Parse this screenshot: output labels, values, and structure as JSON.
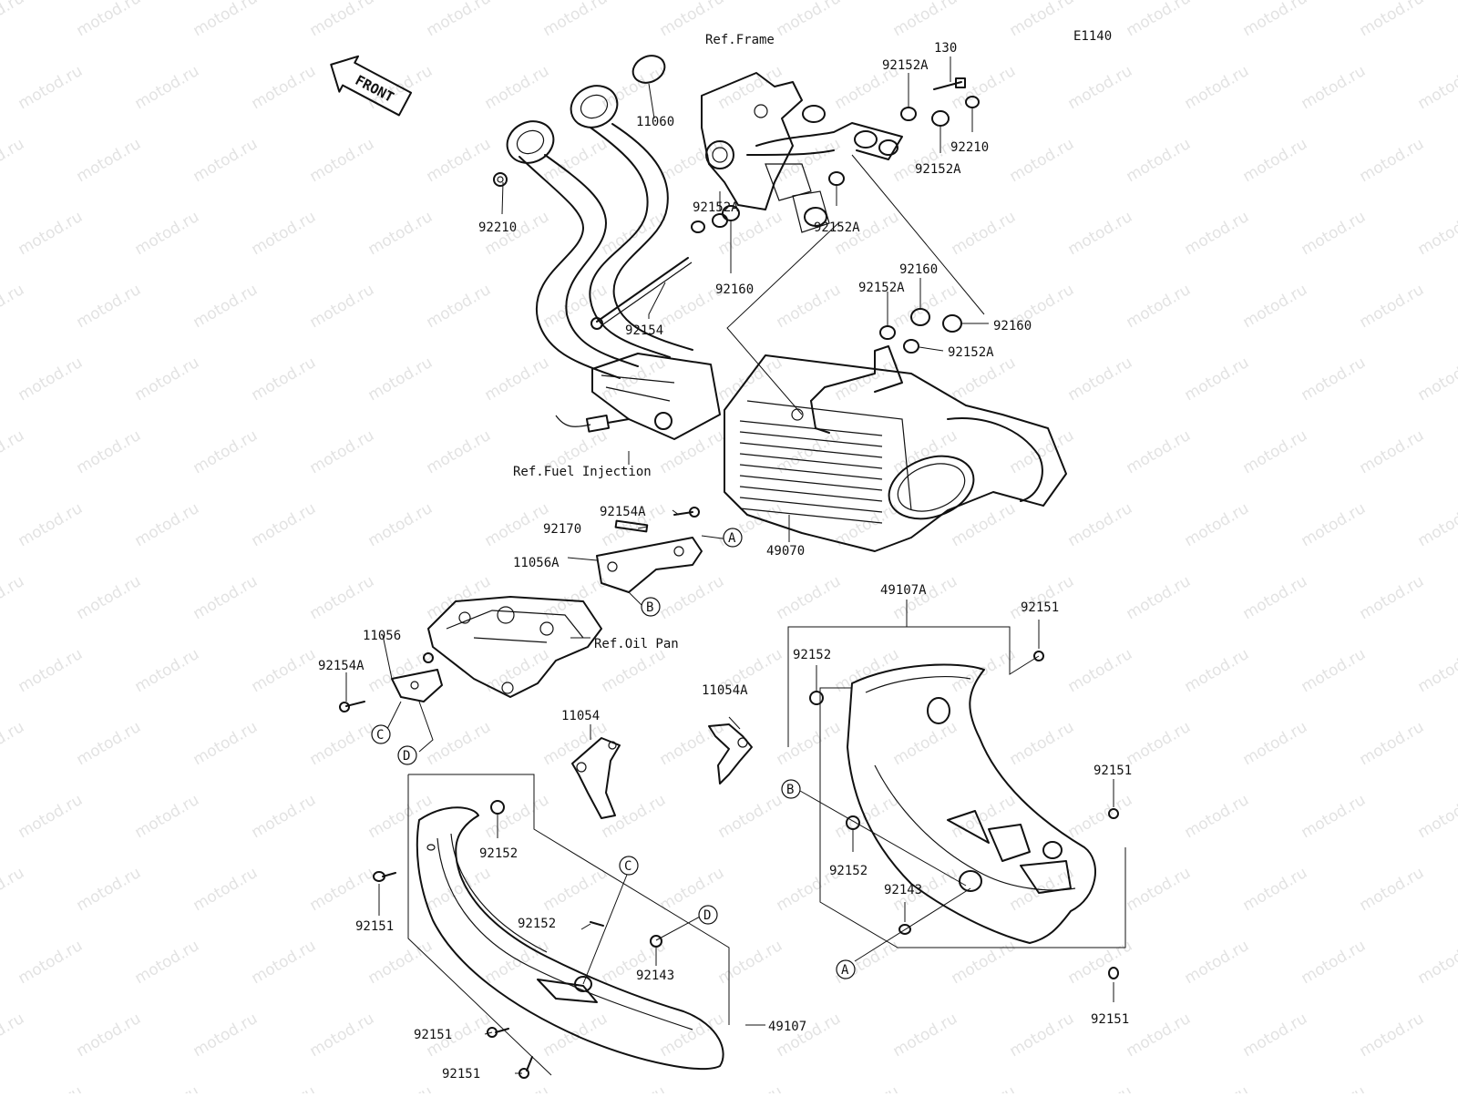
{
  "diagram": {
    "code": "E1140",
    "front_label": "FRONT",
    "watermark": "motod.ru",
    "refs": {
      "frame": "Ref.Frame",
      "fuel_injection": "Ref.Fuel Injection",
      "oil_pan": "Ref.Oil Pan"
    },
    "labels": {
      "p130": "130",
      "p11060": "11060",
      "p92210a": "92210",
      "p92210b": "92210",
      "p92152A_1": "92152A",
      "p92152A_2": "92152A",
      "p92152A_3": "92152A",
      "p92152A_4": "92152A",
      "p92152A_5": "92152A",
      "p92152A_6": "92152A",
      "p92160_1": "92160",
      "p92160_2": "92160",
      "p92160_3": "92160",
      "p92154": "92154",
      "p49070": "49070",
      "p92154A_1": "92154A",
      "p92154A_2": "92154A",
      "p92170": "92170",
      "p11056A": "11056A",
      "p11056": "11056",
      "p49107A": "49107A",
      "p92151_1": "92151",
      "p92151_2": "92151",
      "p92151_3": "92151",
      "p92151_4": "92151",
      "p92151_5": "92151",
      "p92151_6": "92151",
      "p92152_1": "92152",
      "p92152_2": "92152",
      "p92152_3": "92152",
      "p92152_4": "92152",
      "p11054A": "11054A",
      "p11054": "11054",
      "p92143_1": "92143",
      "p92143_2": "92143",
      "p49107": "49107"
    },
    "callouts": {
      "A1": "A",
      "A2": "A",
      "B1": "B",
      "B2": "B",
      "C1": "C",
      "C2": "C",
      "D1": "D",
      "D2": "D"
    }
  }
}
